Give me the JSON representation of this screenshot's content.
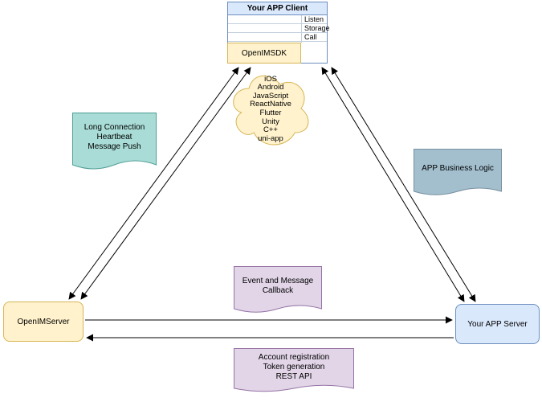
{
  "client": {
    "title": "Your APP Client",
    "methods": [
      "Listen",
      "Storage",
      "Call"
    ],
    "sdk": "OpenIMSDK"
  },
  "platforms_cloud": {
    "text": "iOS\nAndroid\nJavaScript\nReactNative\nFlutter\nUnity\nC++\nuni-app"
  },
  "notes": {
    "long_connection": {
      "text": "Long Connection\nHeartbeat\nMessage Push"
    },
    "app_business_logic": {
      "text": "APP Business Logic"
    },
    "event_callback": {
      "text": "Event and Message\nCallback"
    },
    "rest_api": {
      "text": "Account registration\nToken generation\nREST API"
    }
  },
  "nodes": {
    "openim_server": "OpenIMServer",
    "your_app_server": "Your APP Server"
  },
  "colors": {
    "client_fill": "#dae8fc",
    "client_stroke": "#6c8ebf",
    "yellow_fill": "#fff2cc",
    "yellow_stroke": "#d6b656",
    "teal_fill": "#a9dcd6",
    "teal_stroke": "#4f9e96",
    "gray_fill": "#a3bfce",
    "gray_stroke": "#77909f",
    "purple_fill": "#e1d5e7",
    "purple_stroke": "#9673a6",
    "arrow": "#000000"
  }
}
